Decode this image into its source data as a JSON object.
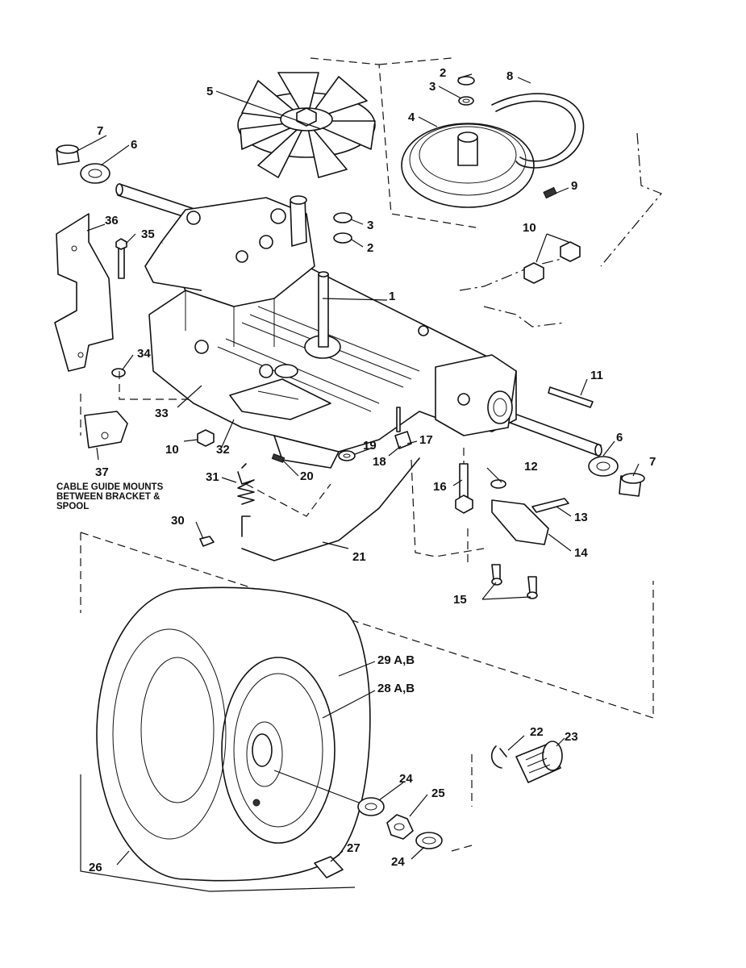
{
  "callouts": [
    {
      "id": "c1",
      "text": "1"
    },
    {
      "id": "c2a",
      "text": "2"
    },
    {
      "id": "c2b",
      "text": "2"
    },
    {
      "id": "c3a",
      "text": "3"
    },
    {
      "id": "c3b",
      "text": "3"
    },
    {
      "id": "c4",
      "text": "4"
    },
    {
      "id": "c5",
      "text": "5"
    },
    {
      "id": "c6a",
      "text": "6"
    },
    {
      "id": "c6b",
      "text": "6"
    },
    {
      "id": "c7a",
      "text": "7"
    },
    {
      "id": "c7b",
      "text": "7"
    },
    {
      "id": "c8",
      "text": "8"
    },
    {
      "id": "c9",
      "text": "9"
    },
    {
      "id": "c10a",
      "text": "10"
    },
    {
      "id": "c10b",
      "text": "10"
    },
    {
      "id": "c11",
      "text": "11"
    },
    {
      "id": "c12",
      "text": "12"
    },
    {
      "id": "c13",
      "text": "13"
    },
    {
      "id": "c14",
      "text": "14"
    },
    {
      "id": "c15",
      "text": "15"
    },
    {
      "id": "c16",
      "text": "16"
    },
    {
      "id": "c17",
      "text": "17"
    },
    {
      "id": "c18",
      "text": "18"
    },
    {
      "id": "c19",
      "text": "19"
    },
    {
      "id": "c20",
      "text": "20"
    },
    {
      "id": "c21",
      "text": "21"
    },
    {
      "id": "c22",
      "text": "22"
    },
    {
      "id": "c23",
      "text": "23"
    },
    {
      "id": "c24a",
      "text": "24"
    },
    {
      "id": "c24b",
      "text": "24"
    },
    {
      "id": "c25",
      "text": "25"
    },
    {
      "id": "c26",
      "text": "26"
    },
    {
      "id": "c27",
      "text": "27"
    },
    {
      "id": "c28",
      "text": "28 A,B"
    },
    {
      "id": "c29",
      "text": "29 A,B"
    },
    {
      "id": "c30",
      "text": "30"
    },
    {
      "id": "c31",
      "text": "31"
    },
    {
      "id": "c32",
      "text": "32"
    },
    {
      "id": "c33",
      "text": "33"
    },
    {
      "id": "c34",
      "text": "34"
    },
    {
      "id": "c35",
      "text": "35"
    },
    {
      "id": "c36",
      "text": "36"
    },
    {
      "id": "c37",
      "text": "37"
    }
  ],
  "note": {
    "line1": "CABLE GUIDE MOUNTS",
    "line2": "BETWEEN BRACKET &",
    "line3": "SPOOL"
  }
}
